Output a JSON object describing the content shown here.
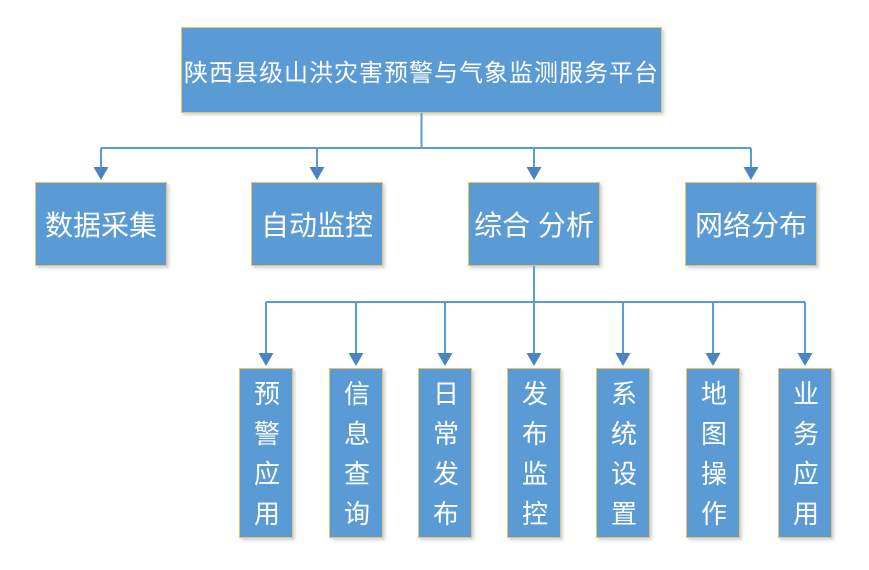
{
  "diagram": {
    "title_node": {
      "label": "陕西县级山洪灾害预警与气象监测服务平台"
    },
    "level2": [
      {
        "label": "数据采集"
      },
      {
        "label": "自动监控"
      },
      {
        "label": "综合 分析"
      },
      {
        "label": "网络分布"
      }
    ],
    "level3": [
      {
        "label": "预警应用"
      },
      {
        "label": "信息查询"
      },
      {
        "label": "日常发布"
      },
      {
        "label": "发布监控"
      },
      {
        "label": "系统设置"
      },
      {
        "label": "地图操作"
      },
      {
        "label": "业务应用"
      }
    ]
  },
  "colors": {
    "box_fill": "#5B9BD5",
    "box_border": "#E8C468",
    "connector": "#5B9BD5",
    "arrow": "#4A84C4",
    "text_color": "#FFFFFF",
    "background": "#FFFFFF"
  }
}
